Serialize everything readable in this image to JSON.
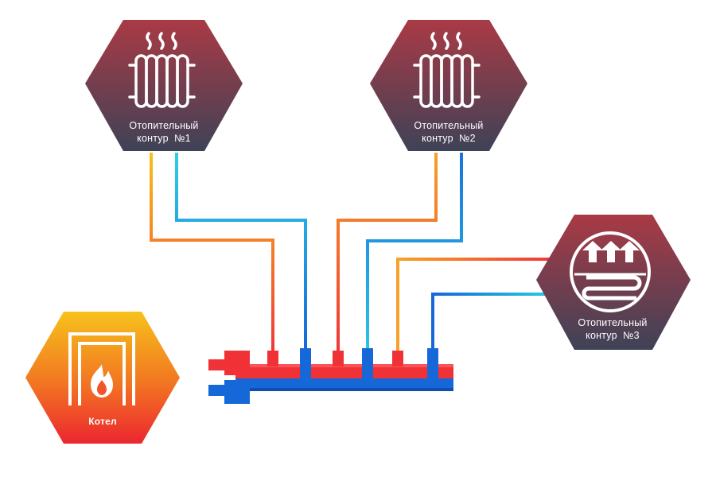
{
  "nodes": {
    "circuit1": {
      "line1": "Отопительный",
      "line2": "контур  №1",
      "icon": "radiator-icon"
    },
    "circuit2": {
      "line1": "Отопительный",
      "line2": "контур  №2",
      "icon": "radiator-icon"
    },
    "circuit3": {
      "line1": "Отопительный",
      "line2": "контур  №3",
      "icon": "underfloor-heating-icon"
    },
    "boiler": {
      "label": "Котел",
      "icon": "boiler-flame-icon"
    }
  },
  "colors": {
    "hex_top": "#a93a45",
    "hex_bottom": "#3f4257",
    "boiler_top": "#f6c21c",
    "boiler_bottom": "#ec2630",
    "supply": "#f03237",
    "return": "#1668d8"
  }
}
